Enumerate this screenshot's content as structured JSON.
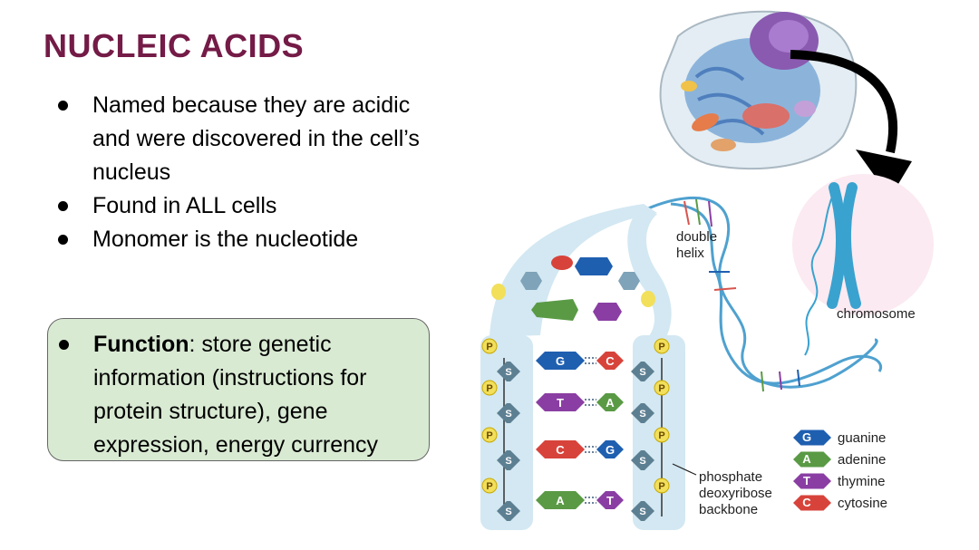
{
  "slide": {
    "title": "NUCLEIC ACIDS",
    "bullets": [
      "Named because they are acidic and were discovered in the cell’s nucleus",
      "Found in ALL cells",
      "Monomer is the nucleotide"
    ],
    "function_box": {
      "term": "Function",
      "text": ": store genetic information (instructions for protein structure), gene expression, energy currency"
    }
  },
  "diagram": {
    "labels": {
      "double_helix_1": "double",
      "double_helix_2": "helix",
      "chromosome": "chromosome",
      "backbone_1": "phosphate",
      "backbone_2": "deoxyribose",
      "backbone_3": "backbone"
    },
    "legend": [
      {
        "letter": "G",
        "name": "guanine",
        "color": "#1f5fb0"
      },
      {
        "letter": "A",
        "name": "adenine",
        "color": "#5a9a45"
      },
      {
        "letter": "T",
        "name": "thymine",
        "color": "#8a3ea3"
      },
      {
        "letter": "C",
        "name": "cytosine",
        "color": "#d7433b"
      }
    ],
    "rungs": [
      {
        "left": "G",
        "right": "C"
      },
      {
        "left": "T",
        "right": "A"
      },
      {
        "left": "C",
        "right": "G"
      },
      {
        "left": "A",
        "right": "T"
      }
    ],
    "sugar_letter": "S",
    "phosphate_letter": "P",
    "colors": {
      "title": "#741b47",
      "function_box_bg": "#d9ead3",
      "helix_backbone": "#d3e8f2",
      "chromosome": "#3aa2cf"
    }
  }
}
